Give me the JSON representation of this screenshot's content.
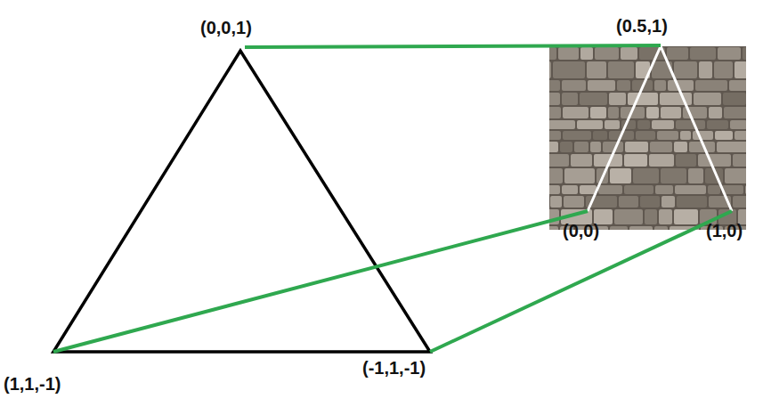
{
  "diagram": {
    "labels": [
      "(0,0,1)",
      "(0.5,1)",
      "(0,0)",
      "(1,0)",
      "(1,1,-1)",
      "(-1,1,-1)"
    ]
  }
}
